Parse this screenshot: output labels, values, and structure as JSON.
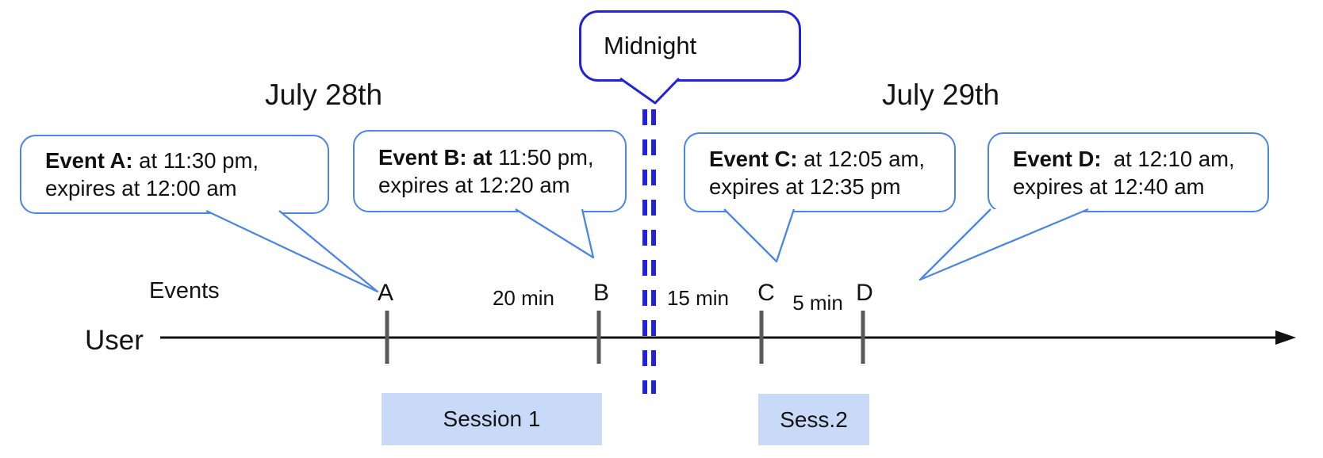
{
  "dates": {
    "left": "July 28th",
    "right": "July 29th"
  },
  "midnight_callout": {
    "label": "Midnight"
  },
  "event_callouts": [
    {
      "id": "A",
      "bold": "Event A:",
      "rest": " at 11:30 pm,",
      "line2": "expires at 12:00 am"
    },
    {
      "id": "B",
      "bold": "Event B: at",
      "rest": " 11:50 pm,",
      "line2": "expires at 12:20 am"
    },
    {
      "id": "C",
      "bold": "Event C:",
      "rest": " at 12:05 am,",
      "line2": "expires at 12:35 pm"
    },
    {
      "id": "D",
      "bold": "Event D:",
      "rest": "  at 12:10 am,",
      "line2": "expires at 12:40 am"
    }
  ],
  "timeline": {
    "row_label": "Events",
    "axis_label": "User",
    "tick_labels": [
      "A",
      "B",
      "C",
      "D"
    ],
    "interval_labels": [
      "20 min",
      "15 min",
      "5 min"
    ]
  },
  "sessions": [
    {
      "label": "Session 1"
    },
    {
      "label": "Sess.2"
    }
  ],
  "colors": {
    "event_callout_border": "#4a86e8",
    "midnight_blue": "#2222dd",
    "session_fill": "#c9daf8",
    "tick_gray": "#595959",
    "axis_black": "#111111"
  }
}
